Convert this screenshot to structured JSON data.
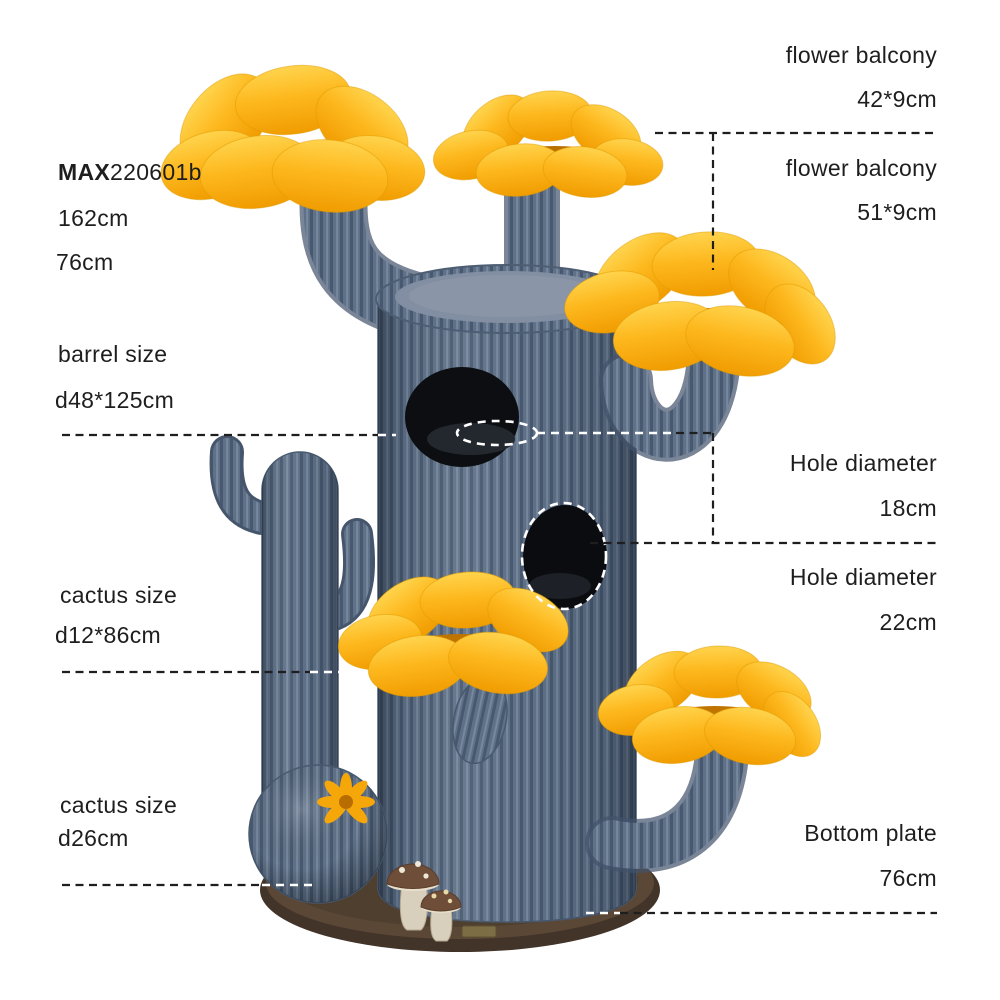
{
  "product": {
    "model_bold": "MAX",
    "model_rest": "220601b",
    "total_height": "162cm",
    "total_width": "76cm"
  },
  "annotations": {
    "left": [
      {
        "title": "barrel size",
        "value": "d48*125cm"
      },
      {
        "title": "cactus size",
        "value": "d12*86cm"
      },
      {
        "title": "cactus size",
        "value": "d26cm"
      }
    ],
    "right": [
      {
        "title": "flower balcony",
        "value": "42*9cm"
      },
      {
        "title": "flower balcony",
        "value": "51*9cm"
      },
      {
        "title": "Hole diameter",
        "value": "18cm"
      },
      {
        "title": "Hole diameter",
        "value": "22cm"
      },
      {
        "title": "Bottom plate",
        "value": "76cm"
      }
    ]
  },
  "colors": {
    "cactus_blue": "#5f7189",
    "cactus_dark": "#48596f",
    "flower_yellow": "#fdb81e",
    "base_brown": "#5a4736",
    "text": "#1e1e1e",
    "background": "#ffffff"
  }
}
